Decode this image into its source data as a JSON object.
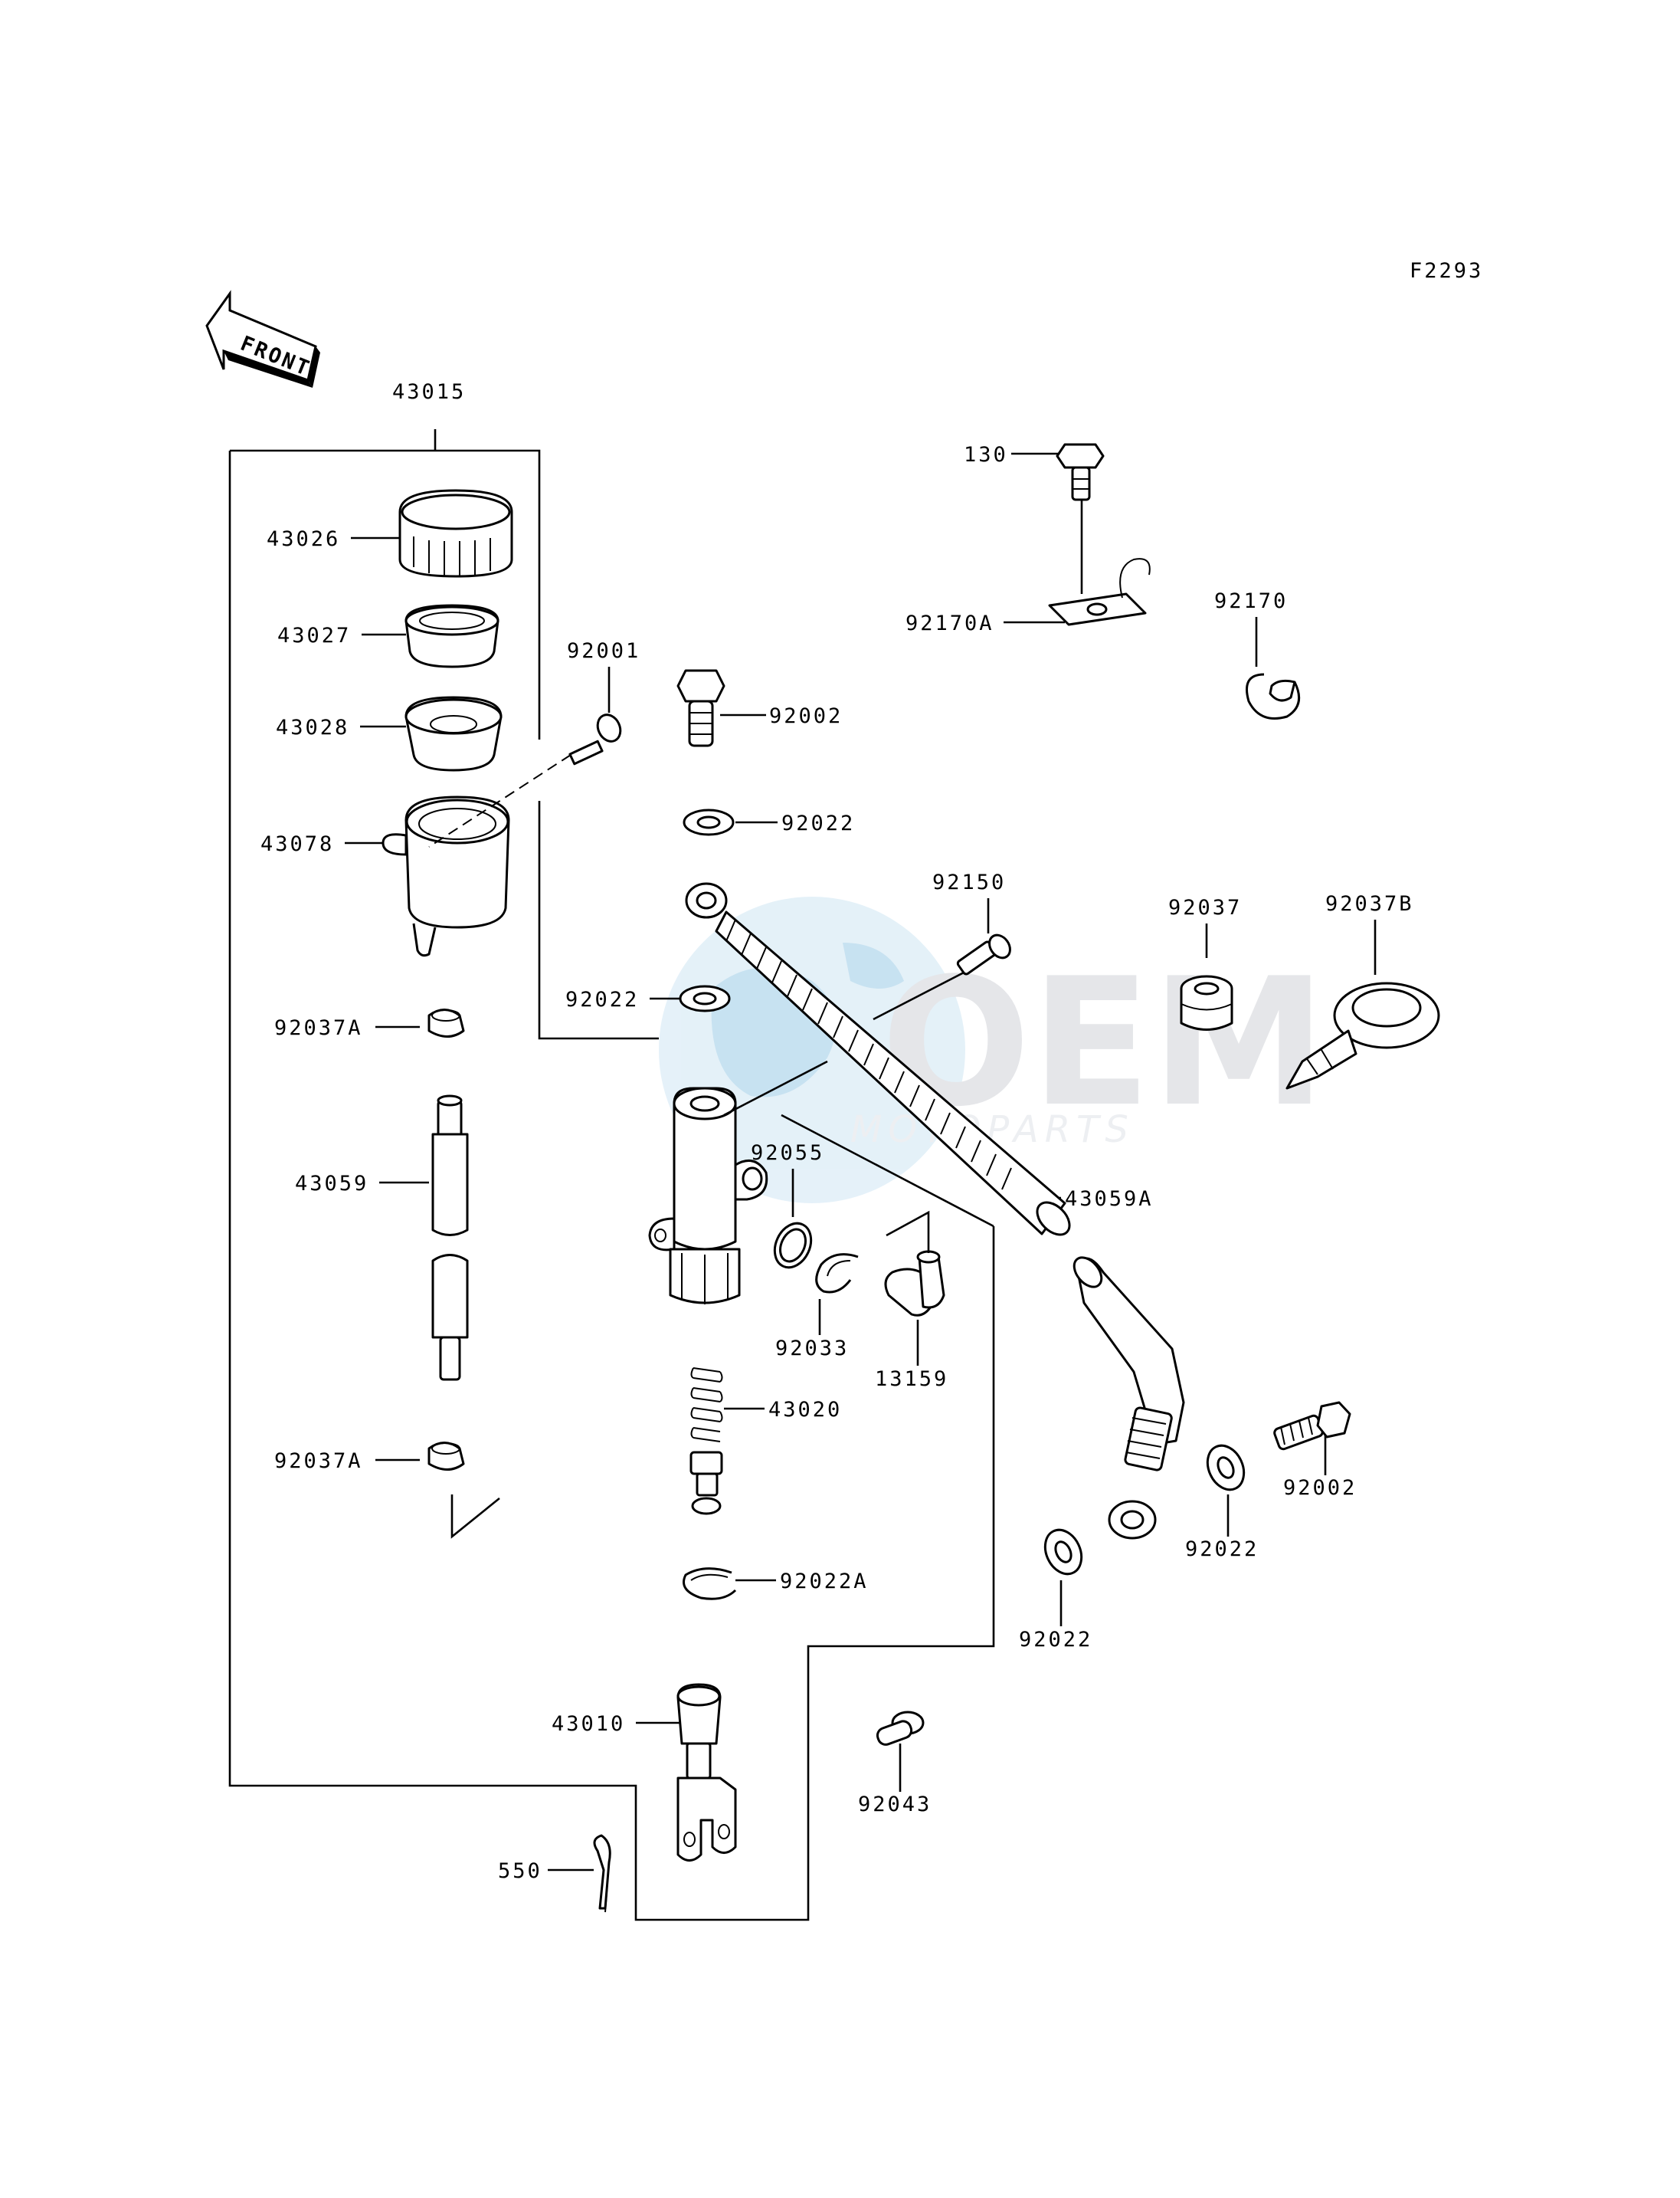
{
  "figure_code": "F2293",
  "front_arrow_label": "FRONT",
  "watermark": {
    "brand": "OEM",
    "sub": "MOTOPARTS"
  },
  "parts": [
    {
      "id": "43015",
      "label": "43015"
    },
    {
      "id": "43026",
      "label": "43026"
    },
    {
      "id": "43027",
      "label": "43027"
    },
    {
      "id": "43028",
      "label": "43028"
    },
    {
      "id": "43078",
      "label": "43078"
    },
    {
      "id": "92001",
      "label": "92001"
    },
    {
      "id": "92002a",
      "label": "92002"
    },
    {
      "id": "92022a",
      "label": "92022"
    },
    {
      "id": "92022b",
      "label": "92022"
    },
    {
      "id": "92150",
      "label": "92150"
    },
    {
      "id": "130",
      "label": "130"
    },
    {
      "id": "92170A",
      "label": "92170A"
    },
    {
      "id": "92170",
      "label": "92170"
    },
    {
      "id": "92037",
      "label": "92037"
    },
    {
      "id": "92037B",
      "label": "92037B"
    },
    {
      "id": "92037Aa",
      "label": "92037A"
    },
    {
      "id": "43059",
      "label": "43059"
    },
    {
      "id": "92055",
      "label": "92055"
    },
    {
      "id": "43059A",
      "label": "43059A"
    },
    {
      "id": "92033",
      "label": "92033"
    },
    {
      "id": "13159",
      "label": "13159"
    },
    {
      "id": "43020",
      "label": "43020"
    },
    {
      "id": "92037Ab",
      "label": "92037A"
    },
    {
      "id": "92022A",
      "label": "92022A"
    },
    {
      "id": "92002b",
      "label": "92002"
    },
    {
      "id": "92022c",
      "label": "92022"
    },
    {
      "id": "92022d",
      "label": "92022"
    },
    {
      "id": "43010",
      "label": "43010"
    },
    {
      "id": "92043",
      "label": "92043"
    },
    {
      "id": "550",
      "label": "550"
    }
  ]
}
